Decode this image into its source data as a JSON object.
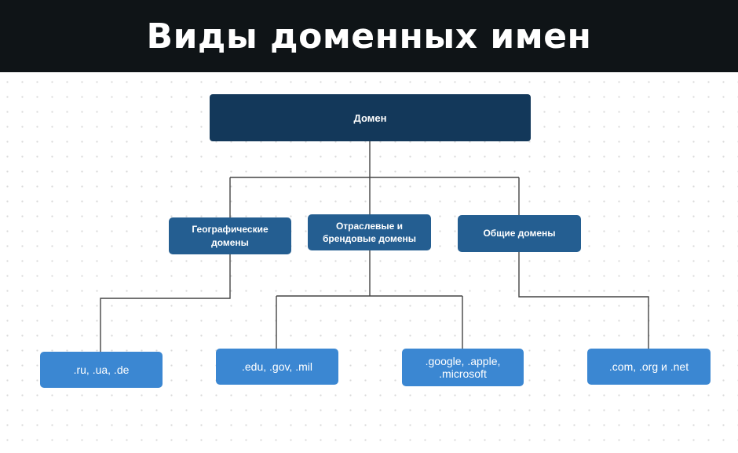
{
  "header": {
    "title": "Виды доменных имен"
  },
  "diagram": {
    "root": "Домен",
    "categories": [
      {
        "label": "Географические домены"
      },
      {
        "label": "Отраслевые и брендовые домены"
      },
      {
        "label": "Общие домены"
      }
    ],
    "leaves": [
      {
        "label": ".ru, .ua, .de"
      },
      {
        "label": ".edu, .gov, .mil"
      },
      {
        "label": ".google, .apple, .microsoft"
      },
      {
        "label": ".com, .org и .net"
      }
    ],
    "colors": {
      "header_bg": "#0f1417",
      "root_bg": "#13385a",
      "category_bg": "#245e91",
      "leaf_bg": "#3b87d2",
      "connector": "#444444"
    }
  }
}
